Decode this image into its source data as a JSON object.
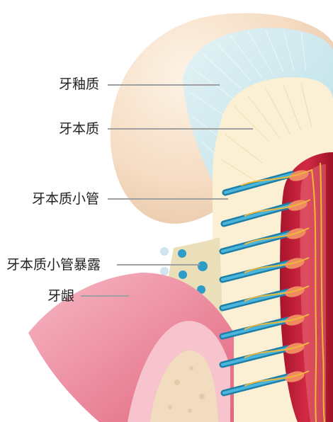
{
  "labels": {
    "enamel": "牙釉质",
    "dentin": "牙本质",
    "dentinal_tubule": "牙本质小管",
    "exposed_tubule": "牙本质小管暴露",
    "gum": "牙龈"
  },
  "colors": {
    "enamel": "#f8e3cc",
    "enamel_highlight": "#fdf3e6",
    "enamel_cut": "#cfe8ee",
    "dentin": "#fbf0d4",
    "pulp": "#c8213a",
    "tubule": "#2e9cc7",
    "nerve": "#f0b83a",
    "gum": "#ee8ea0",
    "gum_light": "#f7c3cd",
    "bone": "#f1dcc0",
    "leader": "#a0a0a0",
    "text": "#222222"
  }
}
